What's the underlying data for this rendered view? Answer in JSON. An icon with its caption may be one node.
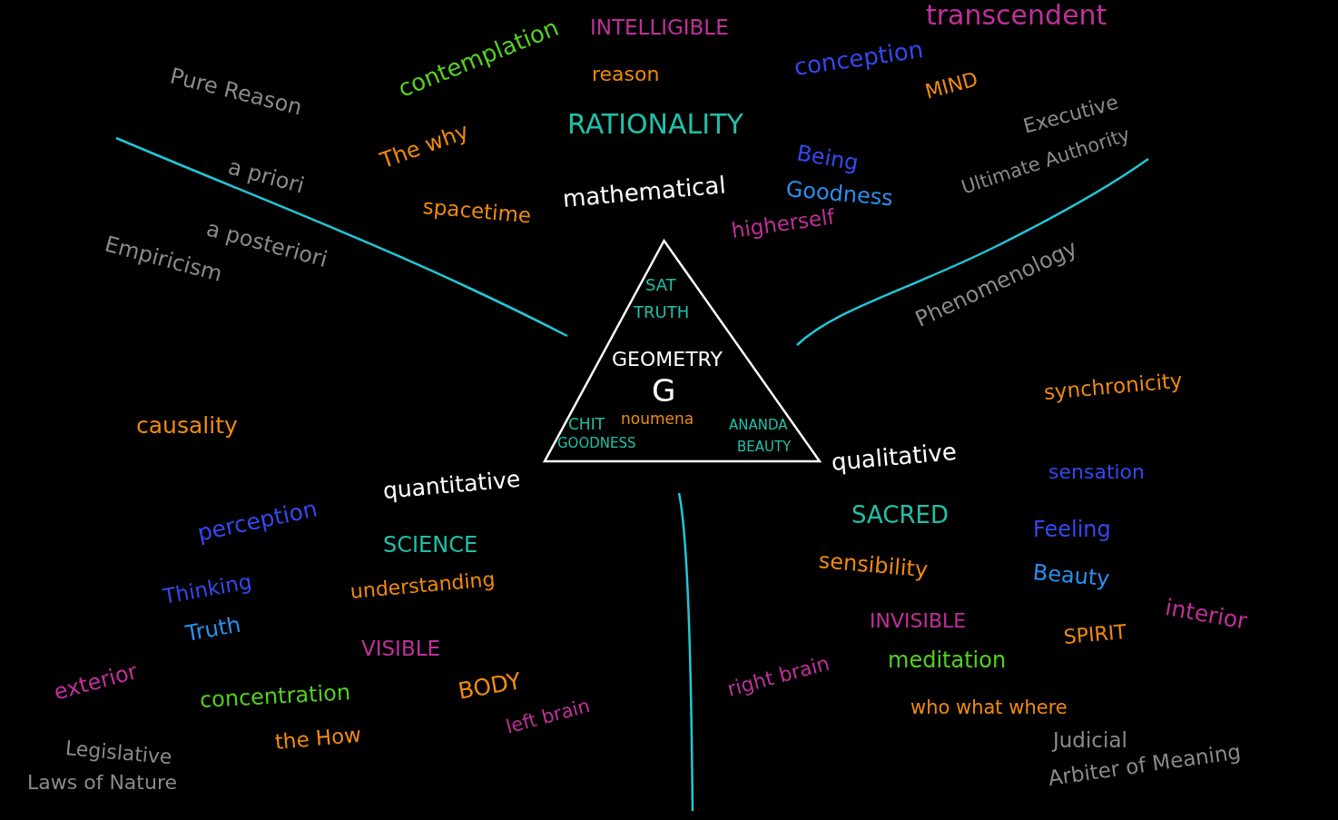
{
  "diagram": {
    "nodes": [
      {
        "text": [
          "SAT",
          "TRUTH",
          "GEOMETRY",
          "G",
          "CHIT",
          "noumena",
          "GOODNESS",
          "ANANDA",
          "BEAUTY"
        ]
      }
    ],
    "edges": [],
    "labels": [
      "transcendent",
      "INTELLIGIBLE",
      "Pure Reason",
      "contemplation",
      "reason",
      "conception",
      "MIND",
      "RATIONALITY",
      "Executive",
      "The why",
      "Being",
      "a priori",
      "Ultimate Authority",
      "Goodness",
      "spacetime",
      "mathematical",
      "a posteriori",
      "higherself",
      "Empiricism",
      "Phenomenology",
      "synchronicity",
      "causality",
      "qualitative",
      "sensation",
      "quantitative",
      "SACRED",
      "perception",
      "Feeling",
      "SCIENCE",
      "sensibility",
      "Beauty",
      "understanding",
      "Thinking",
      "interior",
      "INVISIBLE",
      "Truth",
      "SPIRIT",
      "VISIBLE",
      "meditation",
      "exterior",
      "BODY",
      "concentration",
      "right brain",
      "who what where",
      "left brain",
      "Legislative",
      "the How",
      "Judicial",
      "Laws of Nature",
      "Arbiter of Meaning"
    ]
  }
}
